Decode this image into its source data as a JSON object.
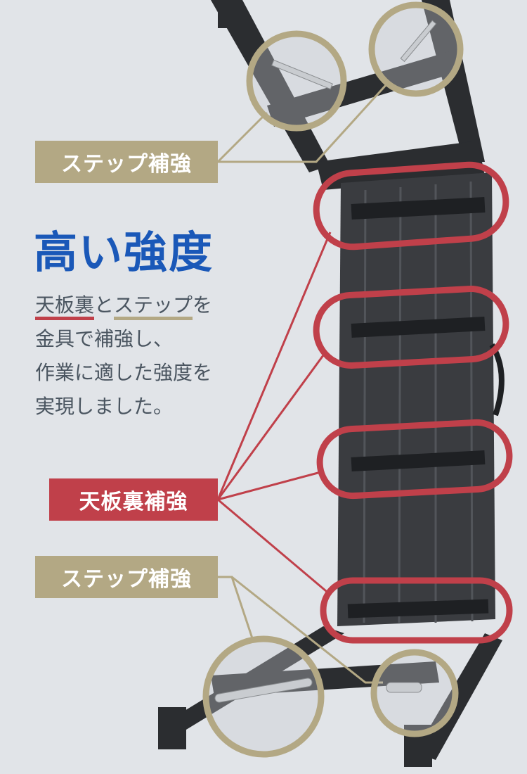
{
  "callouts": {
    "step_top": "ステップ補強",
    "board": "天板裏補強",
    "step_bottom": "ステップ補強"
  },
  "headline": "高い強度",
  "description": {
    "part1": "天板裏",
    "part2": "と",
    "part3": "ステップ",
    "part4": "を",
    "line2": "金具で補強し、",
    "line3": "作業に適した強度を",
    "line4": "実現しました。"
  },
  "colors": {
    "background": "#e1e4e8",
    "headline": "#1a58b8",
    "board_accent": "#c0404a",
    "step_accent": "#b3a884",
    "text": "#4a5560"
  }
}
